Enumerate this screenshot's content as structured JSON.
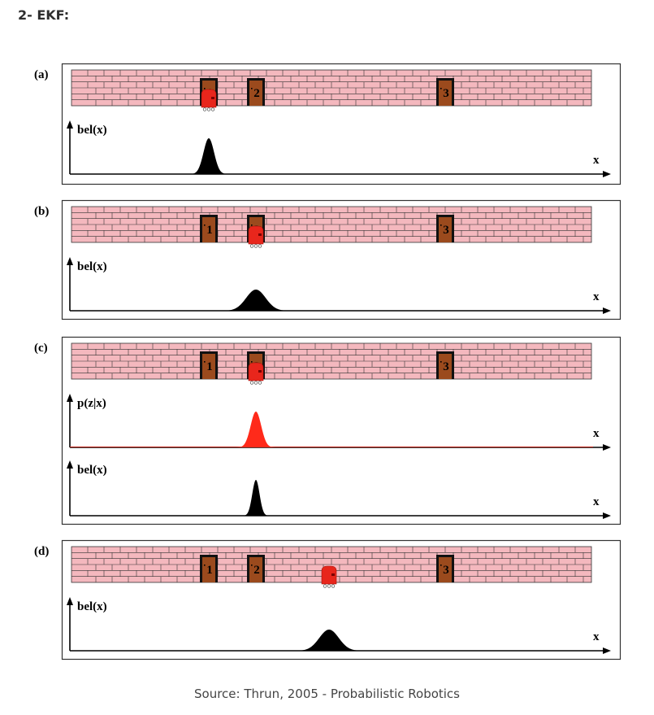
{
  "heading": "2- EKF:",
  "source": "Source: Thrun, 2005 - Probabilistic Robotics",
  "doors": [
    "1",
    "2",
    "3"
  ],
  "colors": {
    "wall": "#f4b8be",
    "mortar": "#333333",
    "door": "#9b4a1d",
    "door_frame": "#111111",
    "robot": "#e8261c",
    "belief": "#000000",
    "measurement": "#ff2a1a"
  },
  "panels": [
    {
      "label": "(a)",
      "robot_at": "door-1",
      "plots": [
        {
          "ylabel": "bel(x)",
          "xlabel": "x",
          "color": "belief",
          "peak": "door-1",
          "spread": "narrow"
        }
      ]
    },
    {
      "label": "(b)",
      "robot_at": "door-2",
      "plots": [
        {
          "ylabel": "bel(x)",
          "xlabel": "x",
          "color": "belief",
          "peak": "door-2",
          "spread": "wide"
        }
      ]
    },
    {
      "label": "(c)",
      "robot_at": "door-2",
      "plots": [
        {
          "ylabel": "p(z|x)",
          "xlabel": "x",
          "color": "measurement",
          "peak": "door-2",
          "spread": "narrow"
        },
        {
          "ylabel": "bel(x)",
          "xlabel": "x",
          "color": "belief",
          "peak": "door-2",
          "spread": "very narrow"
        }
      ]
    },
    {
      "label": "(d)",
      "robot_at": "between door-2 and door-3",
      "plots": [
        {
          "ylabel": "bel(x)",
          "xlabel": "x",
          "color": "belief",
          "peak": "between door-2 and door-3",
          "spread": "wide"
        }
      ]
    }
  ]
}
